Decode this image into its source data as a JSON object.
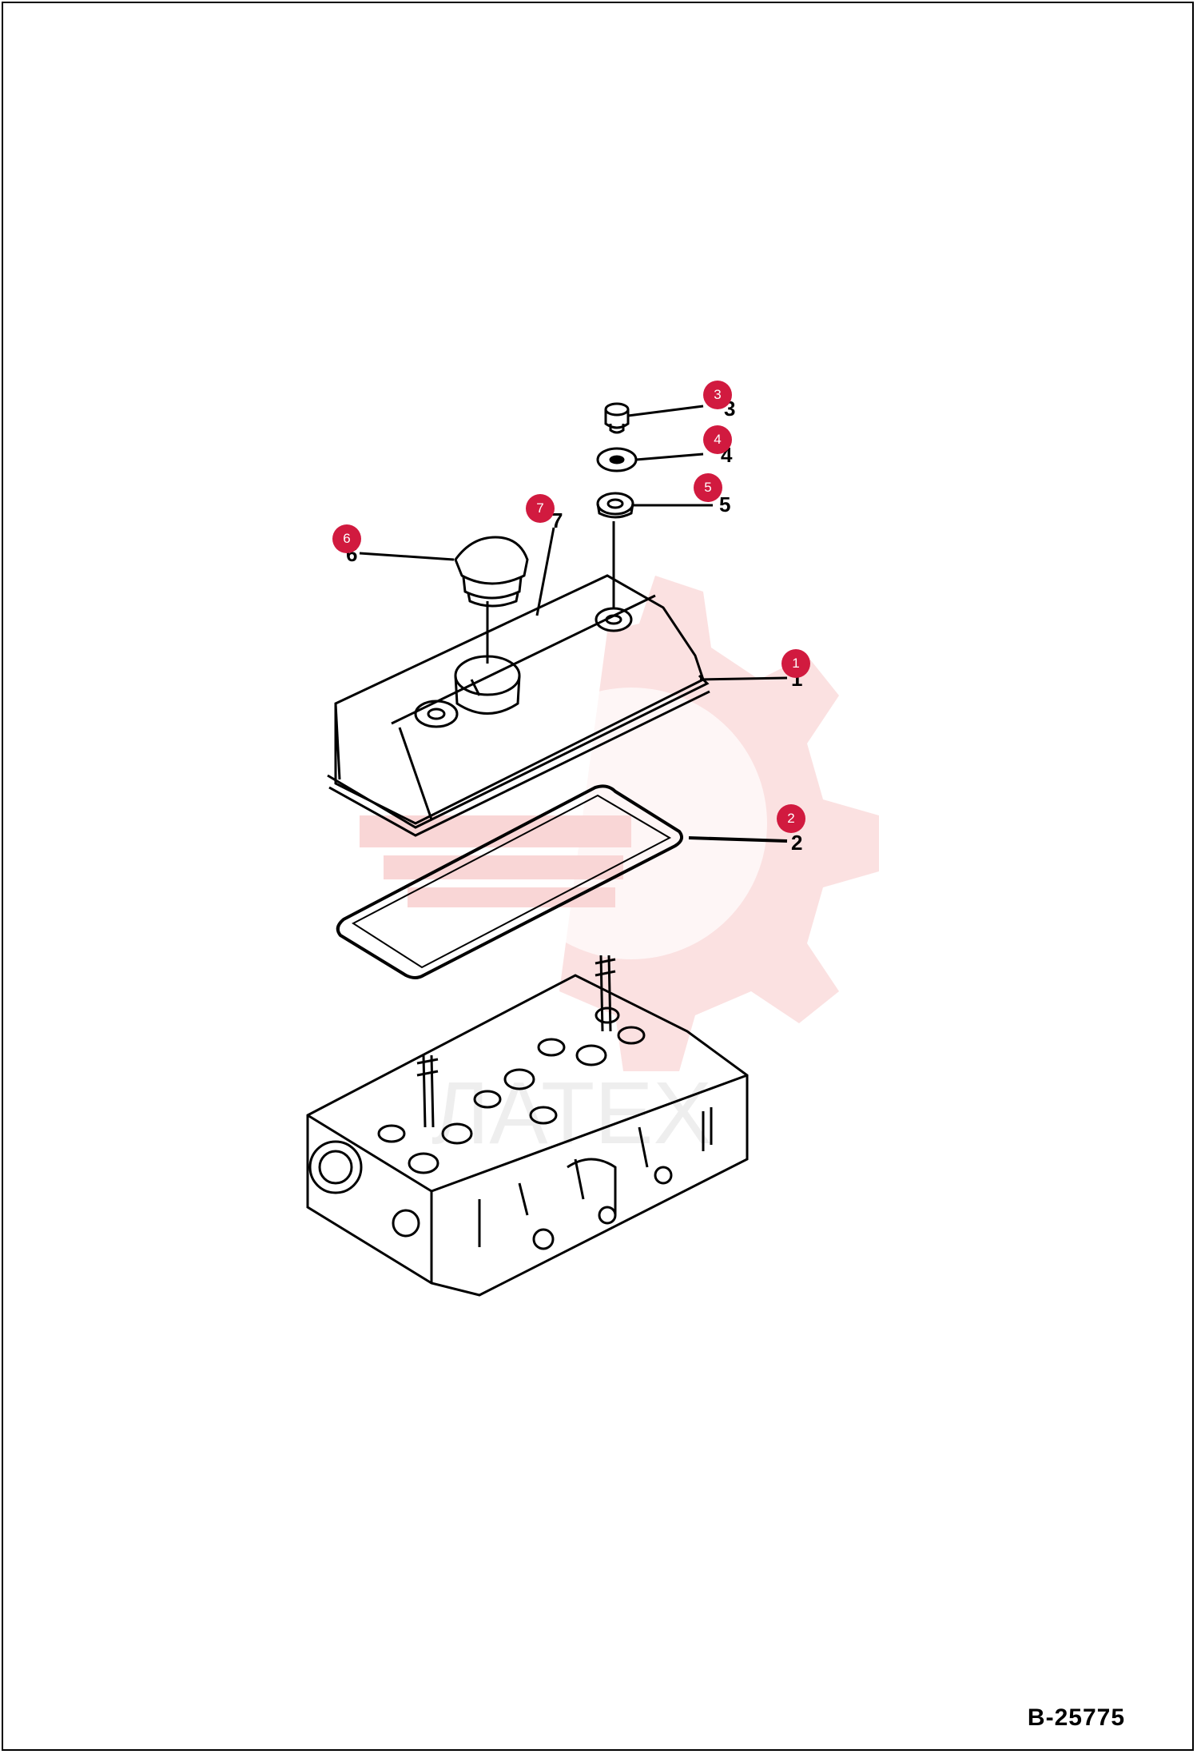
{
  "document": {
    "code": "B-25775"
  },
  "watermark": {
    "text": "ЛАТЕХ",
    "color": "#f7c9c9"
  },
  "colors": {
    "callout": "#d11a3f",
    "line": "#000000"
  },
  "callouts": [
    {
      "id": "1",
      "label": "1"
    },
    {
      "id": "2",
      "label": "2"
    },
    {
      "id": "3",
      "label": "3"
    },
    {
      "id": "4",
      "label": "4"
    },
    {
      "id": "5",
      "label": "5"
    },
    {
      "id": "6",
      "label": "6"
    },
    {
      "id": "7",
      "label": "7"
    }
  ]
}
